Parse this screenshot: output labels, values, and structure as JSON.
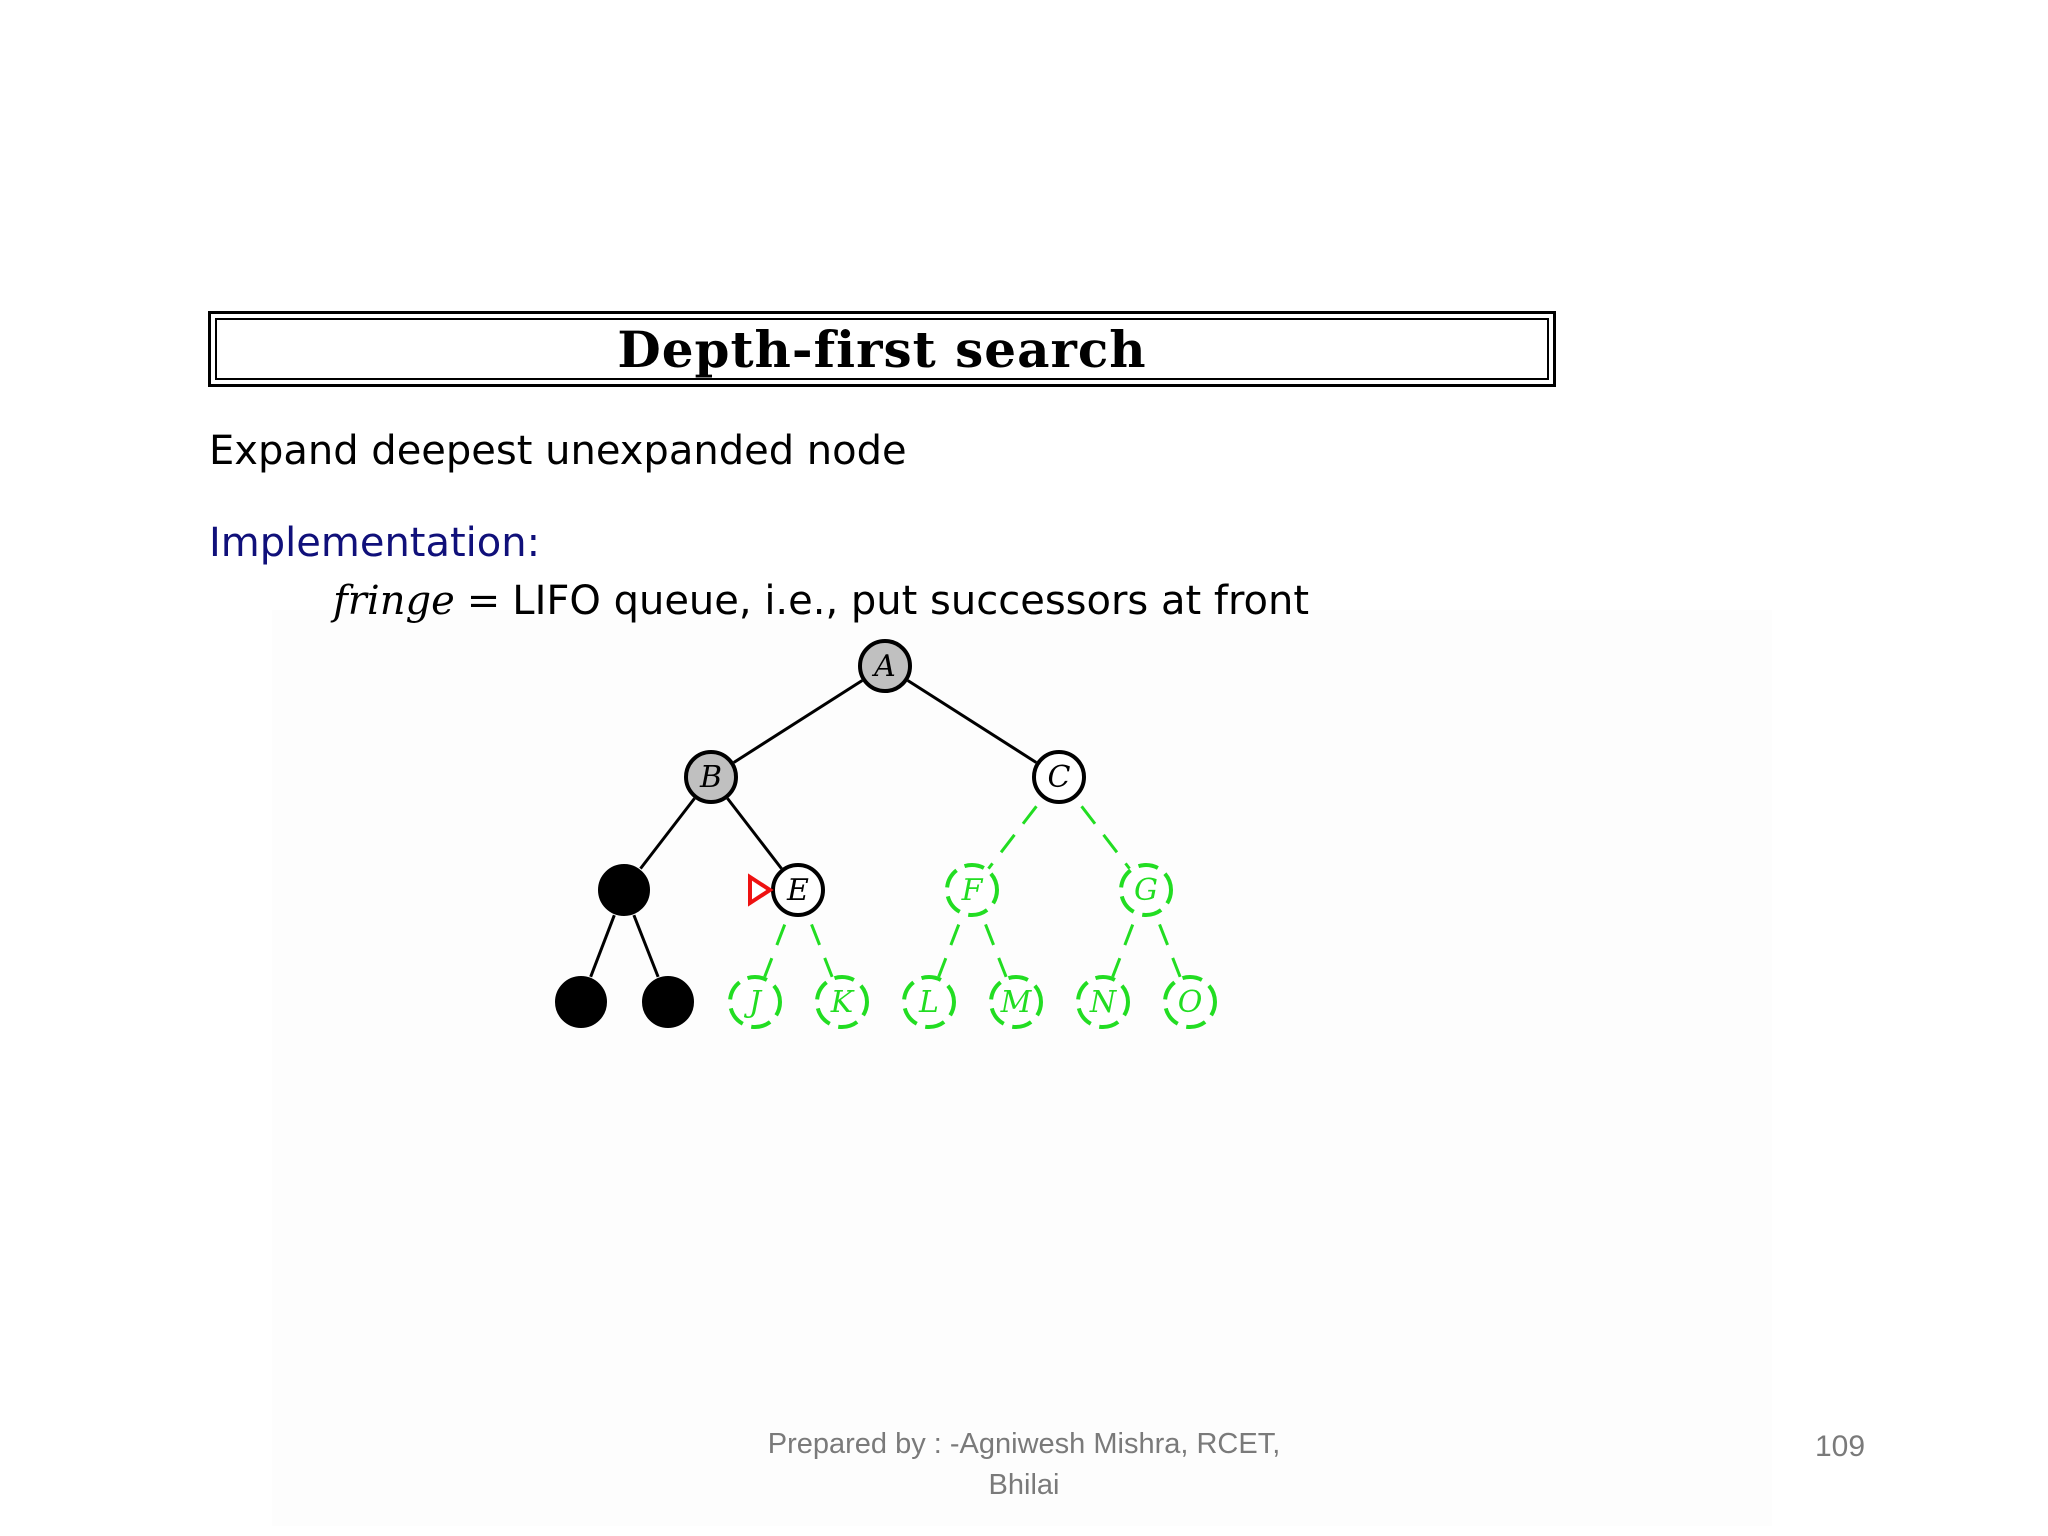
{
  "slide": {
    "title": "Depth-first search",
    "intro": "Expand deepest unexpanded node",
    "implementation_label": "Implementation:",
    "fringe": {
      "variable": "fringe",
      "equals": "=",
      "description": "LIFO queue, i.e., put successors at front"
    }
  },
  "tree": {
    "colors": {
      "expanded_fill": "#c0c0c0",
      "removed_fill": "#000000",
      "fringe_border": "#000000",
      "unexplored_green": "#22dd22",
      "pointer_red": "#ee1111"
    },
    "nodes": [
      {
        "id": "A",
        "label": "A",
        "state": "expanded"
      },
      {
        "id": "B",
        "label": "B",
        "state": "expanded"
      },
      {
        "id": "C",
        "label": "C",
        "state": "fringe"
      },
      {
        "id": "D",
        "label": "",
        "state": "removed"
      },
      {
        "id": "E",
        "label": "E",
        "state": "current"
      },
      {
        "id": "F",
        "label": "F",
        "state": "unexplored"
      },
      {
        "id": "G",
        "label": "G",
        "state": "unexplored"
      },
      {
        "id": "H",
        "label": "",
        "state": "removed"
      },
      {
        "id": "I",
        "label": "",
        "state": "removed"
      },
      {
        "id": "J",
        "label": "J",
        "state": "unexplored"
      },
      {
        "id": "K",
        "label": "K",
        "state": "unexplored"
      },
      {
        "id": "L",
        "label": "L",
        "state": "unexplored"
      },
      {
        "id": "M",
        "label": "M",
        "state": "unexplored"
      },
      {
        "id": "N",
        "label": "N",
        "state": "unexplored"
      },
      {
        "id": "O",
        "label": "O",
        "state": "unexplored"
      }
    ],
    "edges": [
      {
        "from": "A",
        "to": "B",
        "style": "solid"
      },
      {
        "from": "A",
        "to": "C",
        "style": "solid"
      },
      {
        "from": "B",
        "to": "D",
        "style": "solid"
      },
      {
        "from": "B",
        "to": "E",
        "style": "solid"
      },
      {
        "from": "C",
        "to": "F",
        "style": "dashed"
      },
      {
        "from": "C",
        "to": "G",
        "style": "dashed"
      },
      {
        "from": "D",
        "to": "H",
        "style": "solid"
      },
      {
        "from": "D",
        "to": "I",
        "style": "solid"
      },
      {
        "from": "E",
        "to": "J",
        "style": "dashed"
      },
      {
        "from": "E",
        "to": "K",
        "style": "dashed"
      },
      {
        "from": "F",
        "to": "L",
        "style": "dashed"
      },
      {
        "from": "F",
        "to": "M",
        "style": "dashed"
      },
      {
        "from": "G",
        "to": "N",
        "style": "dashed"
      },
      {
        "from": "G",
        "to": "O",
        "style": "dashed"
      }
    ],
    "current_pointer_node": "E"
  },
  "footer": {
    "line1": "Prepared by : -Agniwesh Mishra, RCET,",
    "line2": "Bhilai"
  },
  "page_number": "109"
}
